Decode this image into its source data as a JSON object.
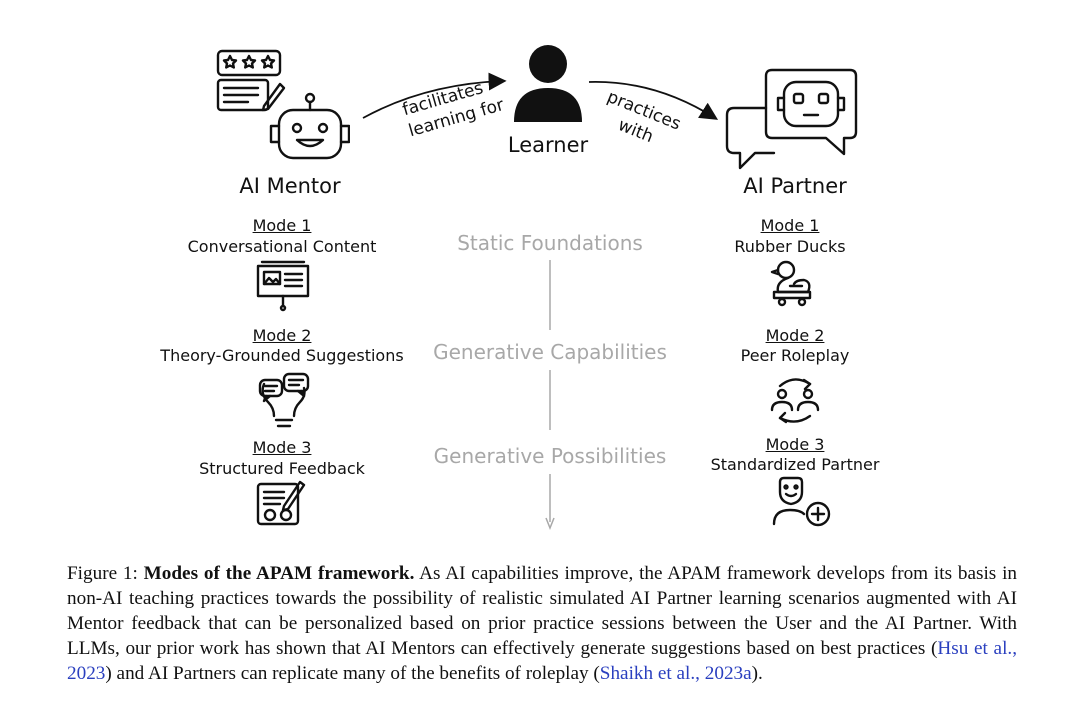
{
  "diagram": {
    "mentor": {
      "title": "AI Mentor",
      "modes": [
        {
          "label": "Mode 1",
          "desc": "Conversational Content"
        },
        {
          "label": "Mode 2",
          "desc": "Theory-Grounded Suggestions"
        },
        {
          "label": "Mode 3",
          "desc": "Structured Feedback"
        }
      ]
    },
    "learner": {
      "title": "Learner"
    },
    "partner": {
      "title": "AI Partner",
      "modes": [
        {
          "label": "Mode 1",
          "desc": "Rubber Ducks"
        },
        {
          "label": "Mode 2",
          "desc": "Peer Roleplay"
        },
        {
          "label": "Mode 3",
          "desc": "Standardized Partner"
        }
      ]
    },
    "arrows": {
      "left_line1": "facilitates",
      "left_line2": "learning for",
      "right_line1": "practices",
      "right_line2": "with"
    },
    "stages": [
      "Static Foundations",
      "Generative Capabilities",
      "Generative Possibilities"
    ],
    "colors": {
      "ink": "#111111",
      "stage_gray": "#a8a8a8",
      "citation": "#2a3fbf"
    },
    "icons": {
      "mentor": "robot-icon",
      "mentor_badge": "review-card-icon",
      "learner": "person-icon",
      "partner": "chat-robot-icon",
      "mentor_mode1": "presentation-board-icon",
      "mentor_mode2": "lightbulb-chat-icon",
      "mentor_mode3": "feedback-form-icon",
      "partner_mode1": "rubber-duck-icon",
      "partner_mode2": "peer-exchange-icon",
      "partner_mode3": "masked-person-icon"
    }
  },
  "caption": {
    "prefix": "Figure 1: ",
    "bold": "Modes of the APAM framework.",
    "text1": " As AI capabilities improve, the APAM framework develops from its basis in non-AI teaching practices towards the possibility of realistic simulated AI Partner learning scenarios augmented with AI Mentor feedback that can be personalized based on prior practice sessions between the User and the AI Partner. With LLMs, our prior work has shown that AI Mentors can effectively generate suggestions based on best practices (",
    "cite1": "Hsu et al., 2023",
    "text2": ") and AI Partners can replicate many of the benefits of roleplay (",
    "cite2": "Shaikh et al., 2023a",
    "text3": ")."
  }
}
